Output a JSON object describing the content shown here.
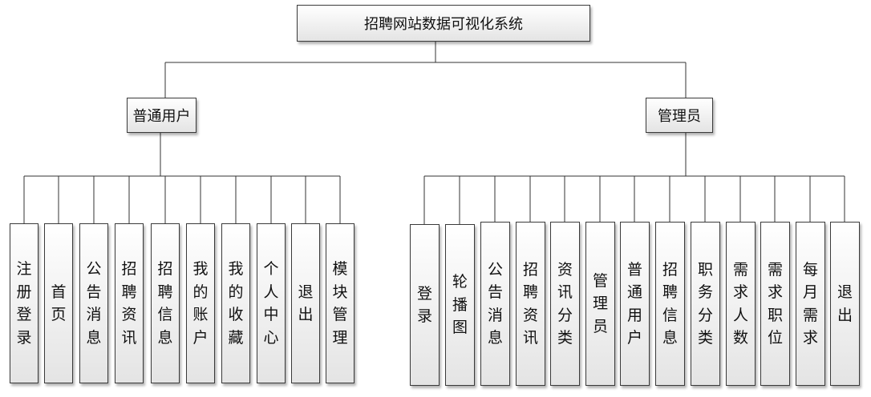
{
  "diagram": {
    "root": "招聘网站数据可视化系统",
    "branches": [
      {
        "label": "普通用户",
        "leaves": [
          "注册登录",
          "首页",
          "公告消息",
          "招聘资讯",
          "招聘信息",
          "我的账户",
          "我的收藏",
          "个人中心",
          "退出",
          "模块管理"
        ]
      },
      {
        "label": "管理员",
        "leaves": [
          "登录",
          "轮播图",
          "公告消息",
          "招聘资讯",
          "资讯分类",
          "管理员",
          "普通用户",
          "招聘信息",
          "职务分类",
          "需求人数",
          "需求职位",
          "每月需求",
          "退出"
        ]
      }
    ],
    "line_color": "#333333"
  }
}
